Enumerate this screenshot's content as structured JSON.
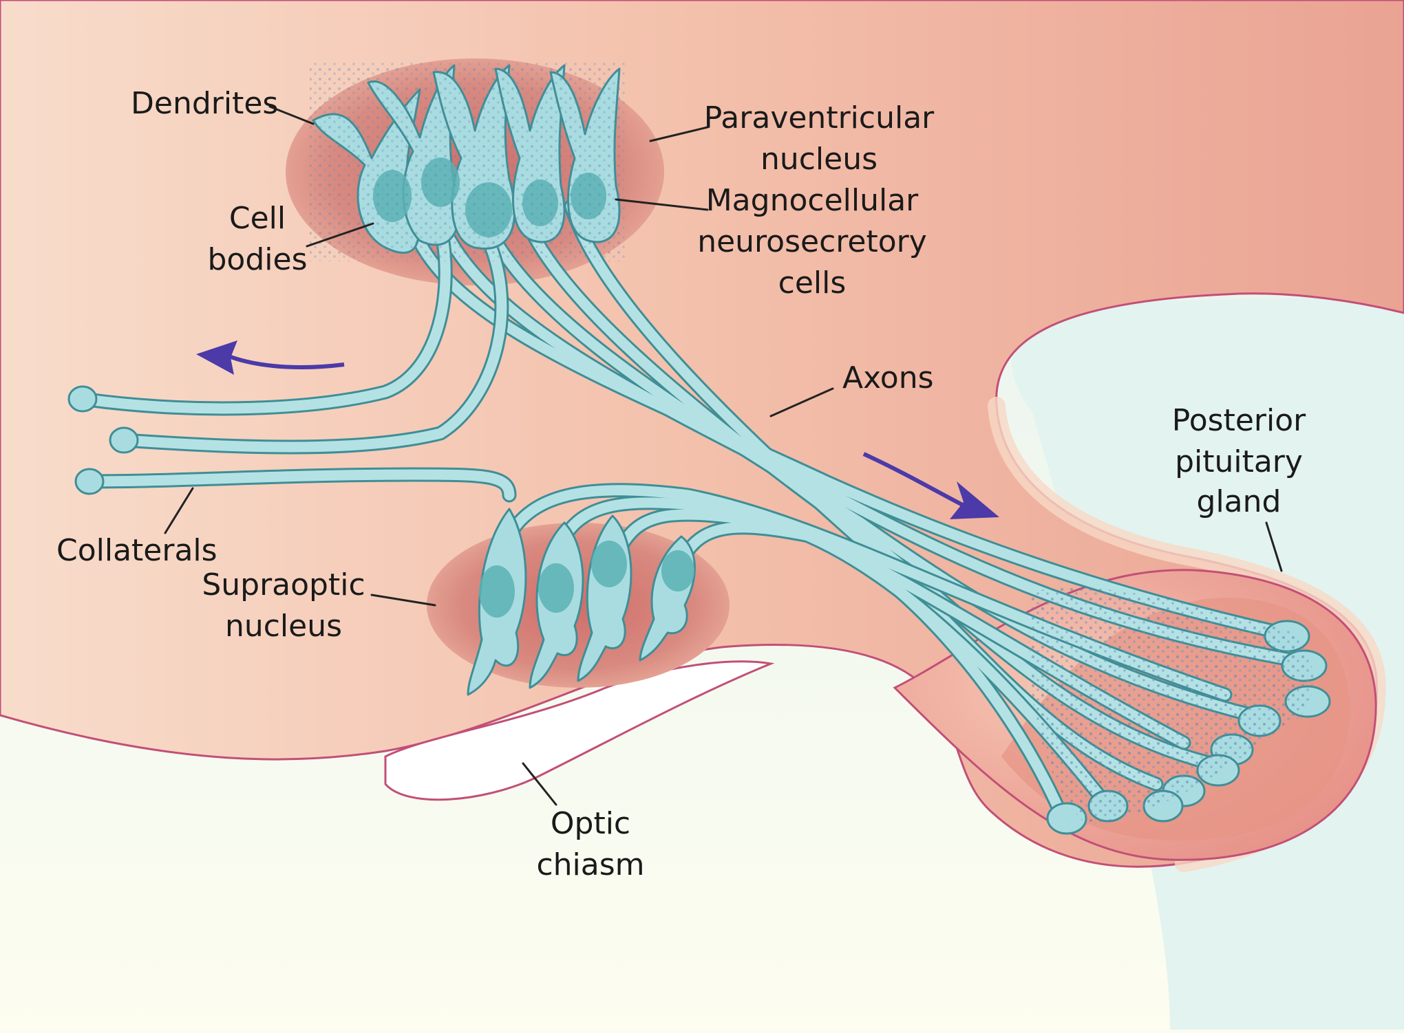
{
  "labels": {
    "dendrites": "Dendrites",
    "cell_bodies": [
      "Cell",
      "bodies"
    ],
    "paraventricular": [
      "Paraventricular",
      "nucleus"
    ],
    "magnocellular": [
      "Magnocellular",
      "neurosecretory",
      "cells"
    ],
    "axons": "Axons",
    "posterior_pituitary": [
      "Posterior",
      "pituitary",
      "gland"
    ],
    "collaterals": "Collaterals",
    "supraoptic": [
      "Supraoptic",
      "nucleus"
    ],
    "optic_chiasm": [
      "Optic",
      "chiasm"
    ]
  },
  "colors": {
    "brain_tissue": "#f3bda8",
    "nucleus_region": "#d88078",
    "neuron_fill": "#a9dce0",
    "neuron_outline": "#3f8e96",
    "flow_arrow": "#4b3aa8",
    "background": "#fbfcef"
  }
}
